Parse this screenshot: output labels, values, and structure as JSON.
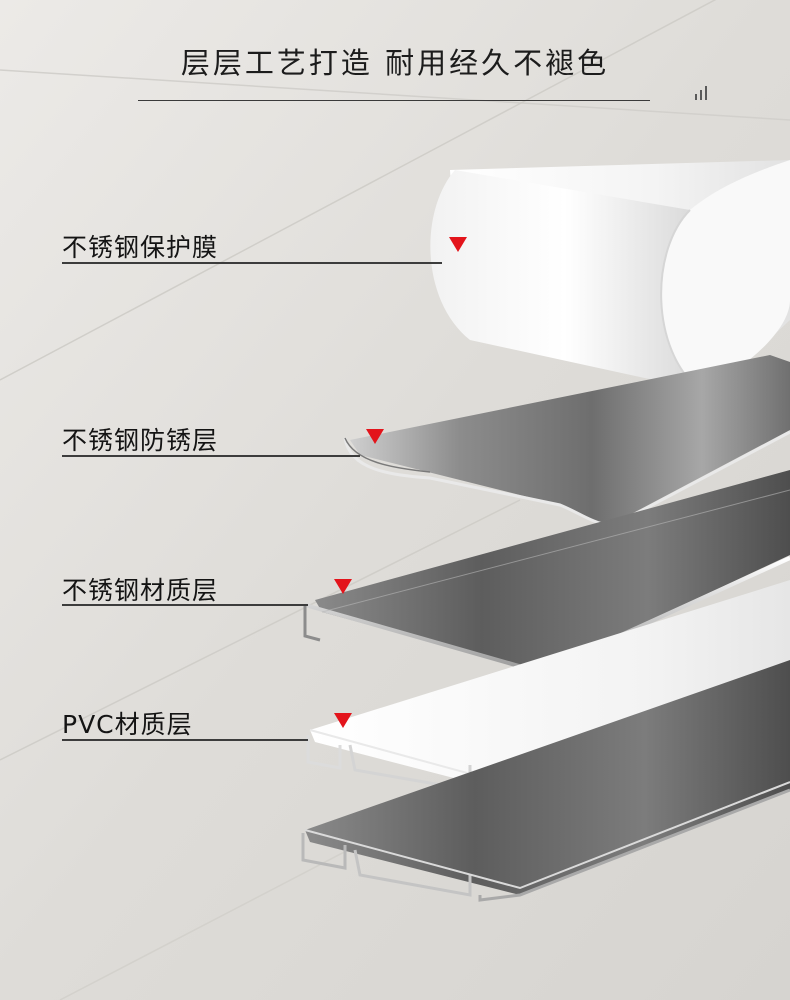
{
  "header": {
    "title": "层层工艺打造 耐用经久不褪色"
  },
  "layers": [
    {
      "label": "不锈钢保护膜",
      "marker_color": "#e3141b"
    },
    {
      "label": "不锈钢防锈层",
      "marker_color": "#e3141b"
    },
    {
      "label": "不锈钢材质层",
      "marker_color": "#e3141b"
    },
    {
      "label": "PVC材质层",
      "marker_color": "#e3141b"
    }
  ],
  "colors": {
    "background": "#e4e3e0",
    "text": "#141414",
    "accent": "#e3141b"
  }
}
